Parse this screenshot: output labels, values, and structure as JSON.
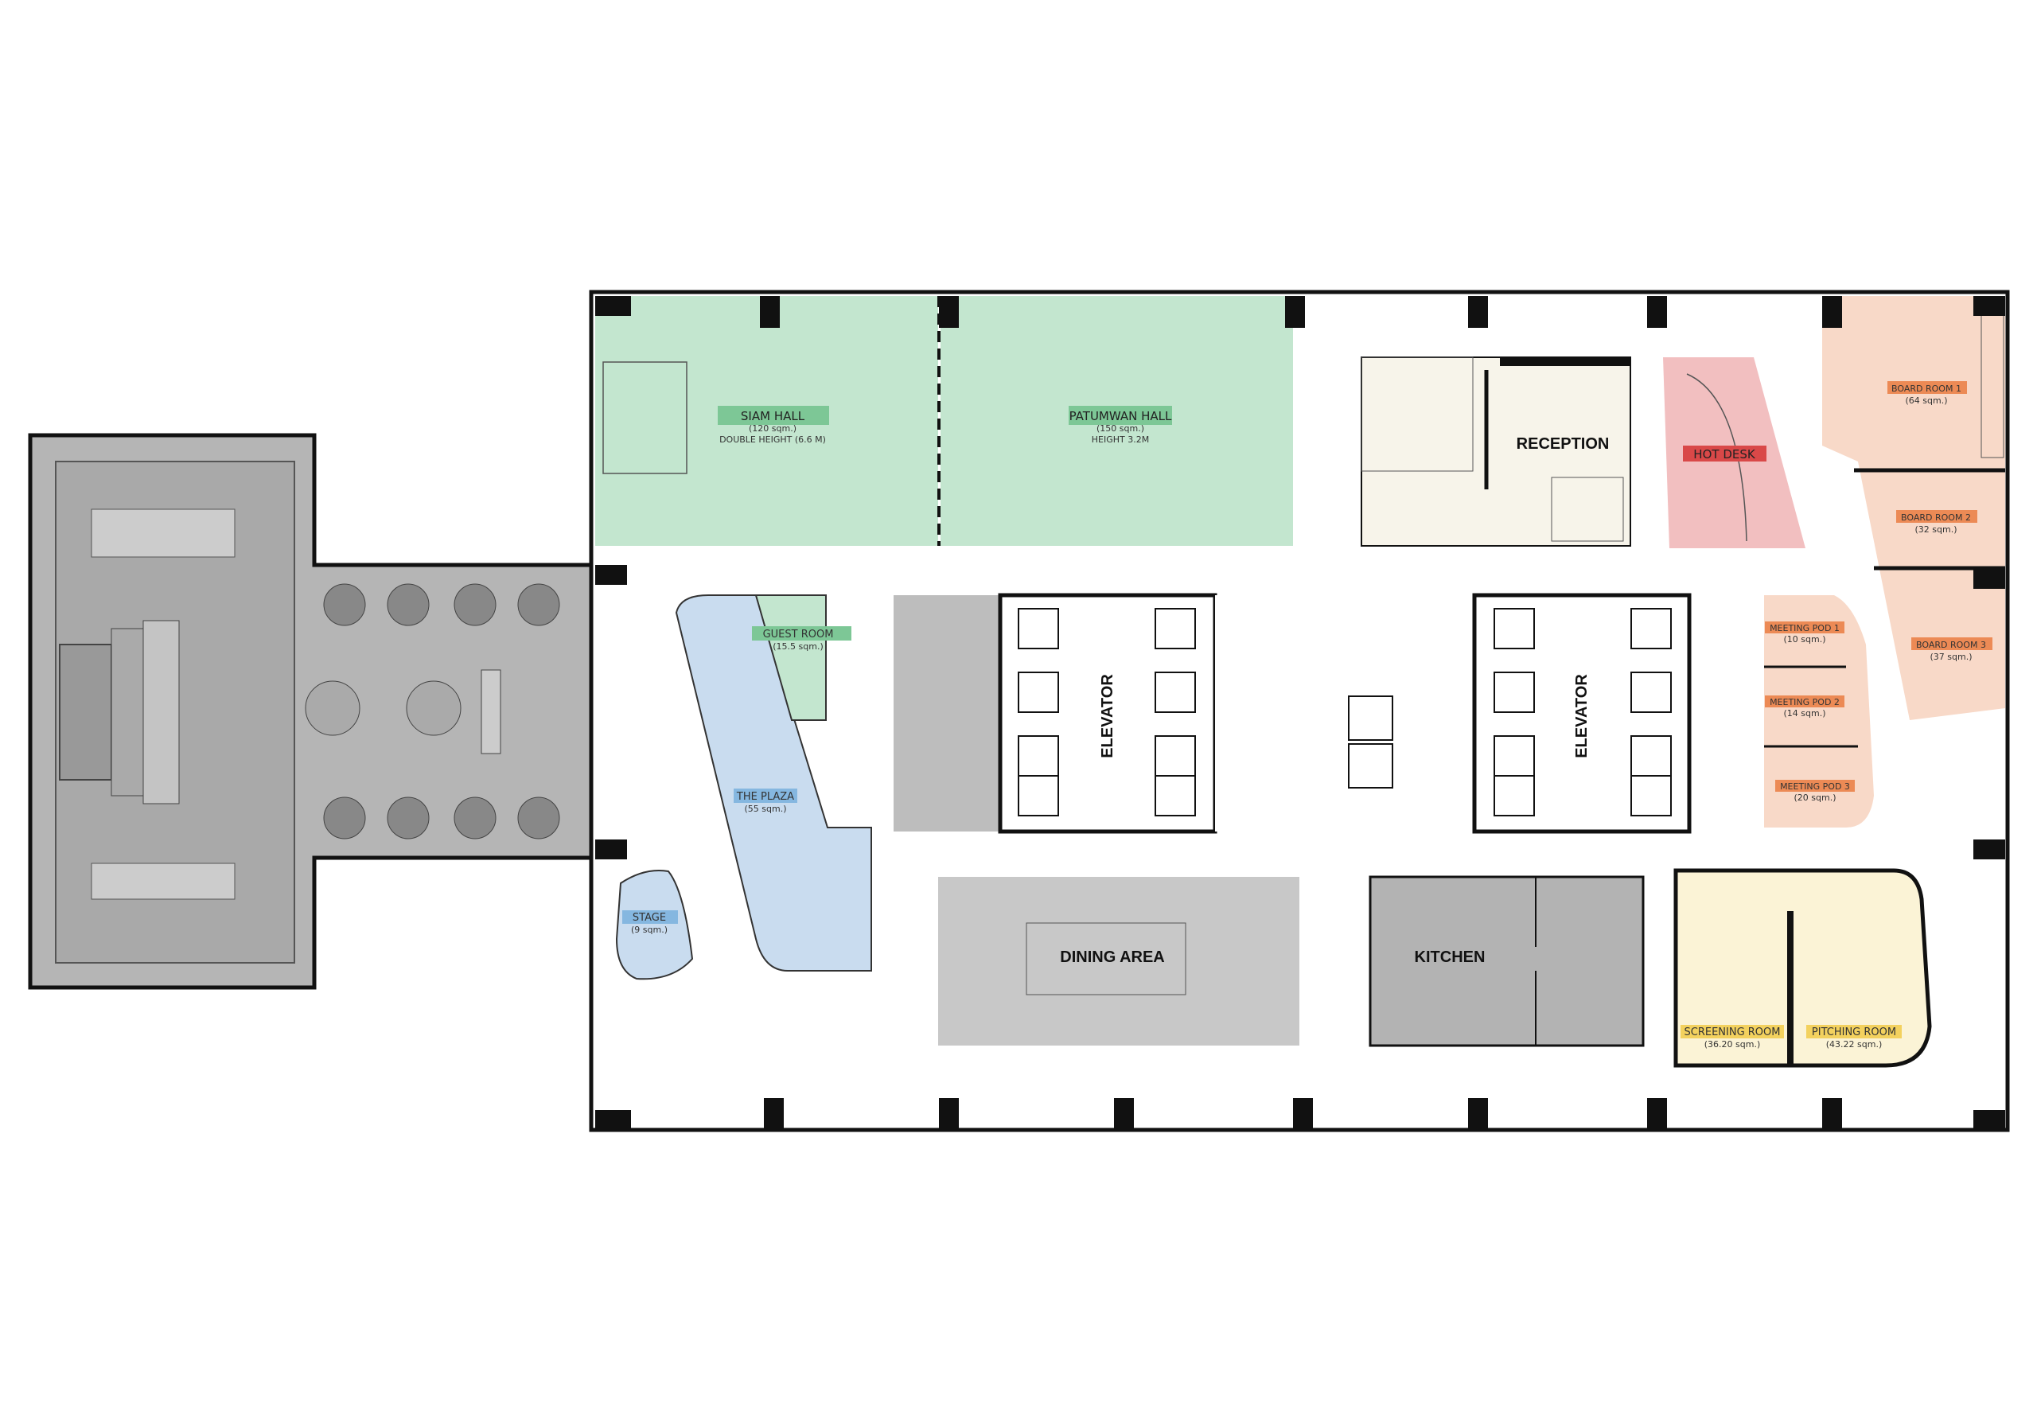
{
  "colors": {
    "event_green": "#c3e6cf",
    "tag_green": "#7dc796",
    "plaza_blue": "#c9dcef",
    "tag_blue": "#85b7e0",
    "board_pink": "#f8d9c8",
    "tag_orange": "#ec8a55",
    "hotdesk_pink": "#f2bfc0",
    "tag_red": "#d94848",
    "reception_cream": "#f7f4ea",
    "studio_yellow": "#fbf3d6",
    "tag_yellow": "#f3d15e",
    "service_grey": "#bdbdbd"
  },
  "rooms": {
    "siam_hall": {
      "name": "SIAM HALL",
      "area": "(120 sqm.)",
      "note": "DOUBLE HEIGHT (6.6 M)"
    },
    "patumwan_hall": {
      "name": "PATUMWAN HALL",
      "area": "(150 sqm.)",
      "note": "HEIGHT 3.2M"
    },
    "reception": {
      "name": "RECEPTION"
    },
    "hot_desk": {
      "name": "HOT DESK"
    },
    "board_room_1": {
      "name": "BOARD ROOM 1",
      "area": "(64 sqm.)"
    },
    "board_room_2": {
      "name": "BOARD ROOM 2",
      "area": "(32 sqm.)"
    },
    "board_room_3": {
      "name": "BOARD ROOM 3",
      "area": "(37 sqm.)"
    },
    "meeting_pod_1": {
      "name": "MEETING POD 1",
      "area": "(10 sqm.)"
    },
    "meeting_pod_2": {
      "name": "MEETING POD 2",
      "area": "(14 sqm.)"
    },
    "meeting_pod_3": {
      "name": "MEETING POD 3",
      "area": "(20 sqm.)"
    },
    "guest_room": {
      "name": "GUEST ROOM",
      "area": "(15.5 sqm.)"
    },
    "the_plaza": {
      "name": "THE PLAZA",
      "area": "(55 sqm.)"
    },
    "stage": {
      "name": "STAGE",
      "area": "(9 sqm.)"
    },
    "elevator_1": {
      "name": "ELEVATOR"
    },
    "elevator_2": {
      "name": "ELEVATOR"
    },
    "dining_area": {
      "name": "DINING AREA"
    },
    "kitchen": {
      "name": "KITCHEN"
    },
    "screening_room": {
      "name": "SCREENING ROOM",
      "area": "(36.20 sqm.)"
    },
    "pitching_room": {
      "name": "PITCHING ROOM",
      "area": "(43.22 sqm.)"
    }
  }
}
